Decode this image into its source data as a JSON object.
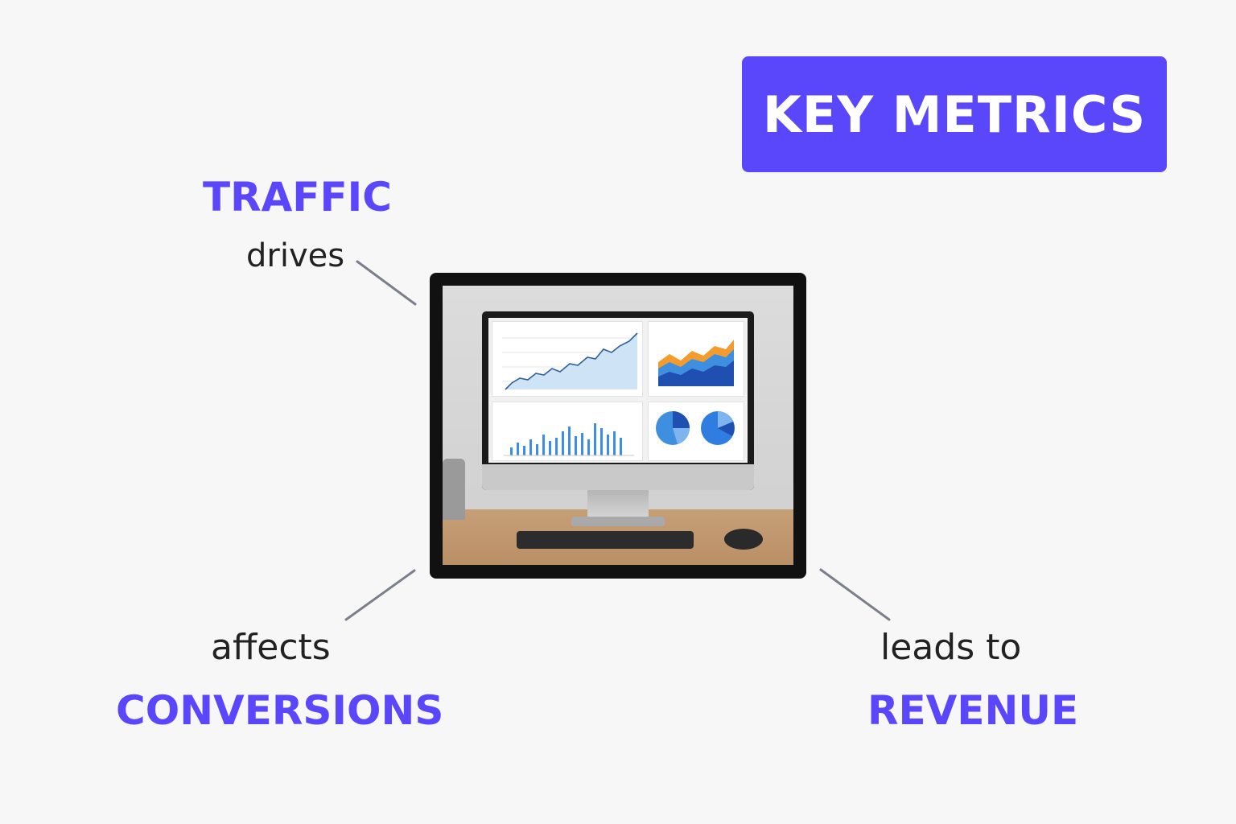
{
  "title": "KEY METRICS",
  "nodes": {
    "traffic": "TRAFFIC",
    "conversions": "CONVERSIONS",
    "revenue": "REVENUE"
  },
  "relations": {
    "drives": "drives",
    "affects": "affects",
    "leads_to": "leads to"
  },
  "colors": {
    "accent": "#5b47fb",
    "text": "#222222",
    "connector": "#7b7f8c",
    "background": "#f7f7f7"
  }
}
